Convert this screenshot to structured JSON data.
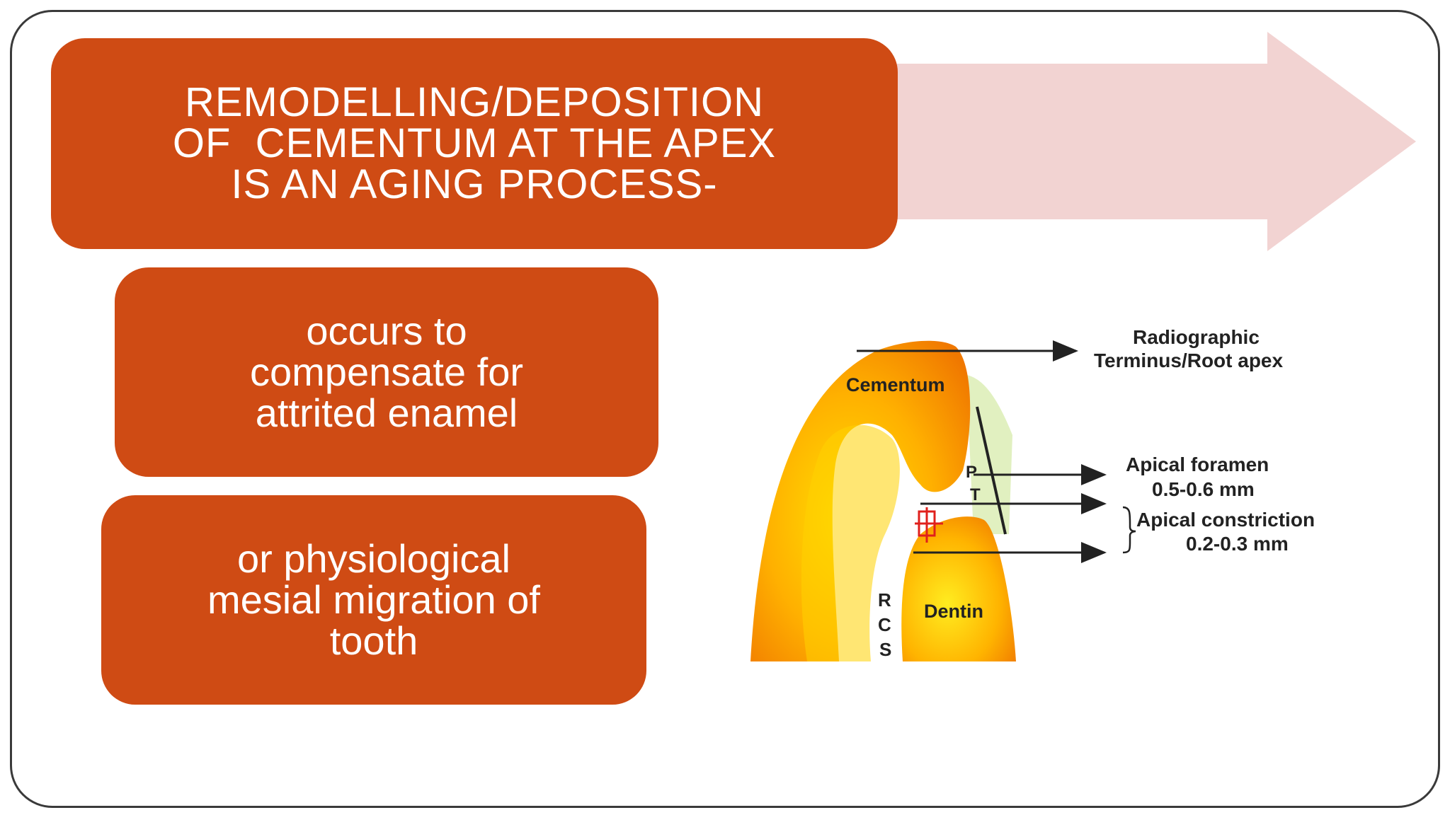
{
  "title_box": {
    "lines": [
      "REMODELLING/DEPOSITION",
      "OF  CEMENTUM AT THE APEX",
      "IS AN AGING PROCESS-"
    ]
  },
  "box_a": {
    "lines": [
      "occurs to",
      "compensate for",
      "attrited enamel"
    ]
  },
  "box_b": {
    "lines": [
      "or physiological",
      "mesial migration of",
      "tooth"
    ]
  },
  "diagram": {
    "label_cementum": "Cementum",
    "label_dentin": "Dentin",
    "label_p": "P",
    "label_t": "T",
    "label_r": "R",
    "label_c": "C",
    "label_s": "S",
    "radiographic_line1": "Radiographic",
    "radiographic_line2": "Terminus/Root apex",
    "foramen_line1": "Apical foramen",
    "foramen_line2": "0.5-0.6 mm",
    "constriction_line1": "Apical constriction",
    "constriction_line2": "0.2-0.3 mm"
  },
  "colors": {
    "box_fill": "#cf4b14",
    "arrow_fill": "#f2d3d2",
    "frame_border": "#3a3a3a"
  }
}
